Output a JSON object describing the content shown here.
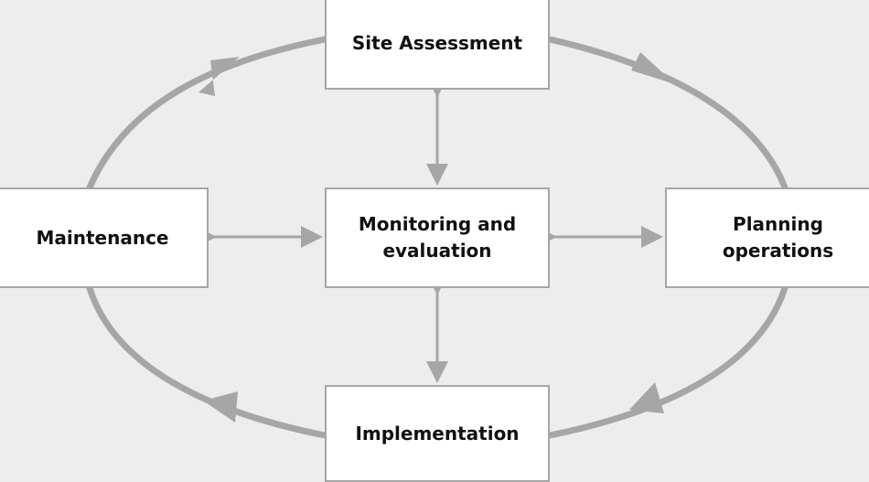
{
  "diagram": {
    "nodes": {
      "site_assessment": "Site Assessment",
      "monitoring": "Monitoring and evaluation",
      "maintenance": "Maintenance",
      "planning": "Planning operations",
      "implementation": "Implementation"
    },
    "colors": {
      "background": "#ededed",
      "box_fill": "#ffffff",
      "box_border": "#a6a6a6",
      "arrow": "#a6a6a6",
      "text": "#111111"
    }
  }
}
